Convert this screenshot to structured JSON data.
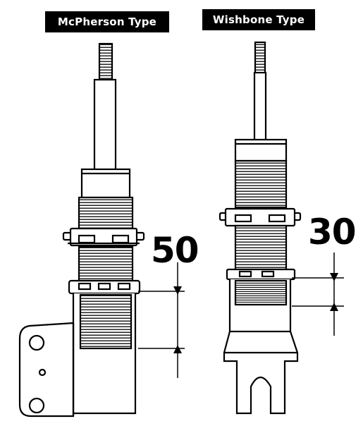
{
  "labels": {
    "mcpherson": "McPherson Type",
    "wishbone": "Wishbone Type"
  },
  "dimensions": {
    "mcpherson_value": "50",
    "wishbone_value": "30"
  },
  "colors": {
    "ink": "#000000",
    "paper": "#ffffff"
  }
}
